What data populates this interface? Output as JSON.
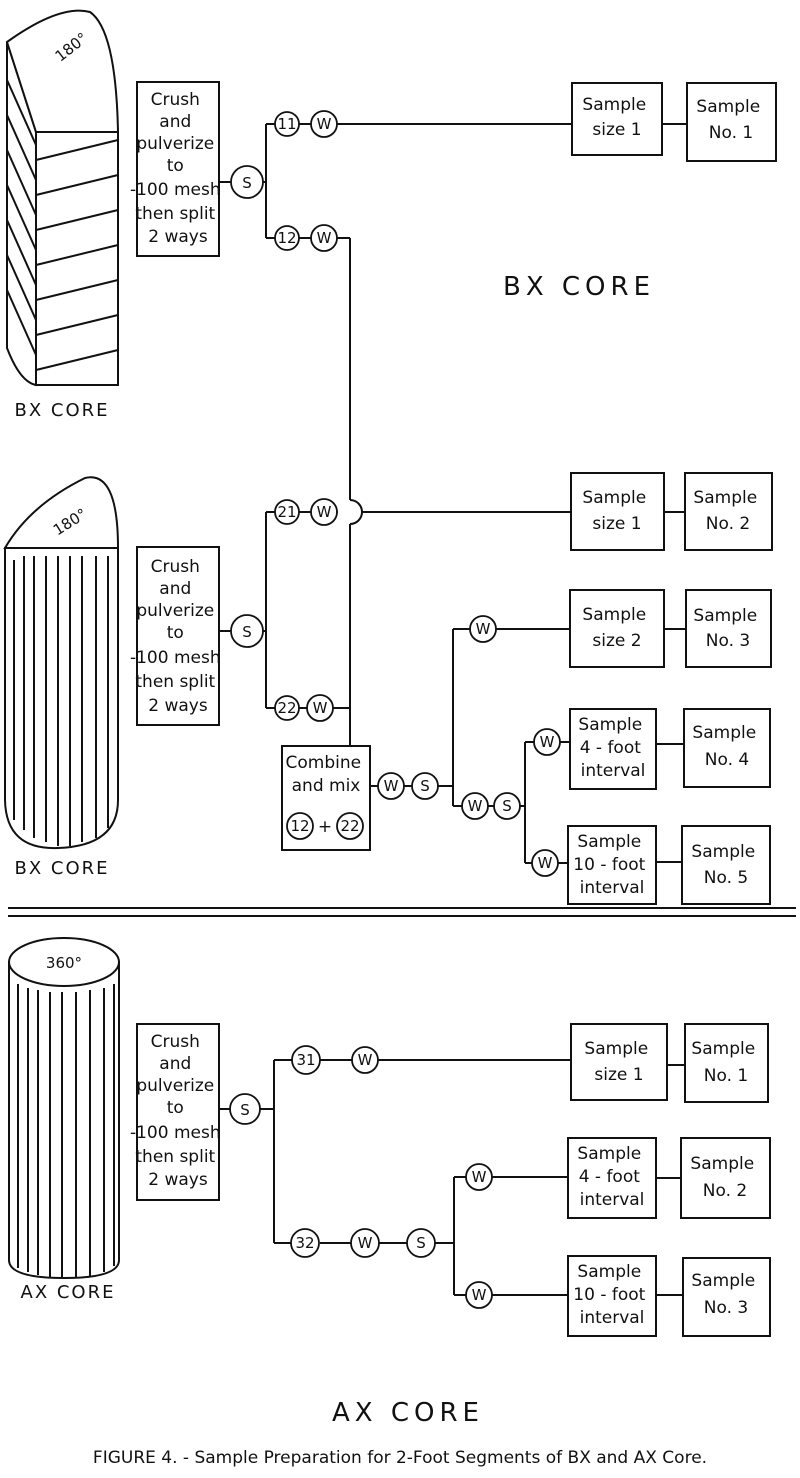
{
  "sections": {
    "bx_title": "BX CORE",
    "ax_title": "AX CORE"
  },
  "cores": {
    "bx1": {
      "angle": "180°",
      "label": "BX CORE"
    },
    "bx2": {
      "angle": "180°",
      "label": "BX CORE"
    },
    "ax": {
      "angle": "360°",
      "label": "AX CORE"
    }
  },
  "crush_box": [
    "Crush",
    "and",
    "pulverize",
    "to",
    "-100 mesh",
    "then split",
    "2 ways"
  ],
  "combine_box": {
    "lines": [
      "Combine",
      "and mix"
    ],
    "left": "12",
    "plus": "+",
    "right": "22"
  },
  "nodes": {
    "S": "S",
    "W": "W",
    "n11": "11",
    "n12": "12",
    "n21": "21",
    "n22": "22",
    "n31": "31",
    "n32": "32"
  },
  "bx_outputs": [
    {
      "sample": [
        "Sample",
        "size 1"
      ],
      "number": [
        "Sample",
        "No. 1"
      ]
    },
    {
      "sample": [
        "Sample",
        "size 1"
      ],
      "number": [
        "Sample",
        "No. 2"
      ]
    },
    {
      "sample": [
        "Sample",
        "size 2"
      ],
      "number": [
        "Sample",
        "No. 3"
      ]
    },
    {
      "sample": [
        "Sample",
        "4 - foot",
        "interval"
      ],
      "number": [
        "Sample",
        "No. 4"
      ]
    },
    {
      "sample": [
        "Sample",
        "10 - foot",
        "interval"
      ],
      "number": [
        "Sample",
        "No. 5"
      ]
    }
  ],
  "ax_outputs": [
    {
      "sample": [
        "Sample",
        "size 1"
      ],
      "number": [
        "Sample",
        "No. 1"
      ]
    },
    {
      "sample": [
        "Sample",
        "4 - foot",
        "interval"
      ],
      "number": [
        "Sample",
        "No. 2"
      ]
    },
    {
      "sample": [
        "Sample",
        "10 - foot",
        "interval"
      ],
      "number": [
        "Sample",
        "No. 3"
      ]
    }
  ],
  "caption": "FIGURE 4. - Sample Preparation for 2-Foot Segments of BX and AX Core."
}
